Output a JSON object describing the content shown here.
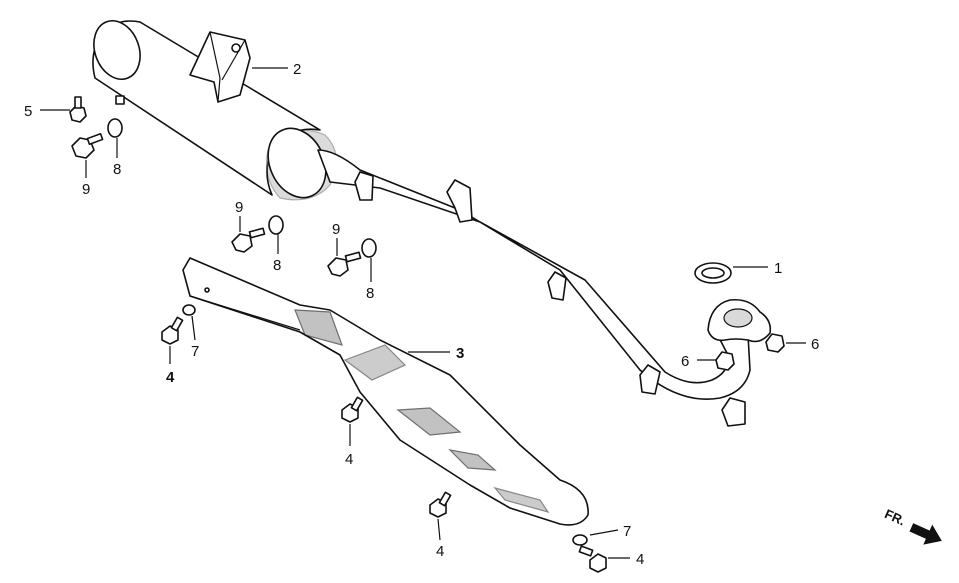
{
  "callouts": {
    "c1": "1",
    "c2": "2",
    "c3": "3",
    "c4a": "4",
    "c4b": "4",
    "c4c": "4",
    "c4d": "4",
    "c5": "5",
    "c6a": "6",
    "c6b": "6",
    "c7a": "7",
    "c7b": "7",
    "c8a": "8",
    "c8b": "8",
    "c8c": "8",
    "c9a": "9",
    "c9b": "9",
    "c9c": "9"
  },
  "direction": {
    "label": "FR.",
    "icon": "arrow-right-icon"
  },
  "colors": {
    "line": "#111111",
    "shade": "#9a9a9a",
    "background": "#ffffff"
  }
}
